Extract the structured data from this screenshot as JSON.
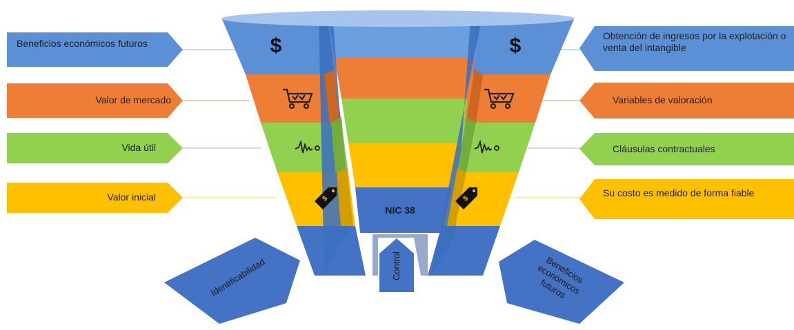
{
  "colors": {
    "blue": "#5b8fd6",
    "orange": "#ee7d35",
    "green": "#92d050",
    "yellow": "#ffc000",
    "dark_blue": "#4472c4",
    "connector": "#9dc3e6"
  },
  "center_label": "NIC 38",
  "left_labels": [
    {
      "text": "Beneficios económicos futuros",
      "color": "blue"
    },
    {
      "text": "Valor de mercado",
      "color": "orange"
    },
    {
      "text": "Vida útil",
      "color": "green"
    },
    {
      "text": "Valor inicial",
      "color": "yellow"
    }
  ],
  "right_labels": [
    {
      "text": "Obtención de ingresos por la explotación o venta del intangible",
      "color": "blue"
    },
    {
      "text": "Variables de valoración",
      "color": "orange"
    },
    {
      "text": "Cláusulas contractuales",
      "color": "green"
    },
    {
      "text": "Su costo es medido de forma fiable",
      "color": "yellow"
    }
  ],
  "funnel_icons": [
    "dollar-icon",
    "cart-icon",
    "pulse-icon",
    "price-tag-icon"
  ],
  "dollar_symbol": "$",
  "bottom_arrows": [
    {
      "text": "Identificabilidad"
    },
    {
      "text": "Control"
    },
    {
      "text": "Beneficios económicos futuros"
    }
  ]
}
